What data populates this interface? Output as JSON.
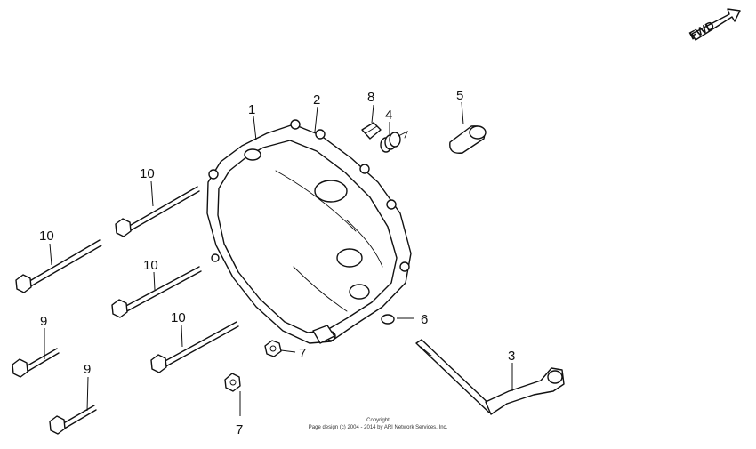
{
  "fwd_label": "FWD",
  "callouts": {
    "c1": "1",
    "c2": "2",
    "c3": "3",
    "c4": "4",
    "c5": "5",
    "c6": "6",
    "c7a": "7",
    "c7b": "7",
    "c8": "8",
    "c9a": "9",
    "c9b": "9",
    "c10a": "10",
    "c10b": "10",
    "c10c": "10",
    "c10d": "10"
  },
  "copyright": {
    "line1": "Copyright",
    "line2": "Page design (c) 2004 - 2014 by ARI Network Services, Inc."
  }
}
